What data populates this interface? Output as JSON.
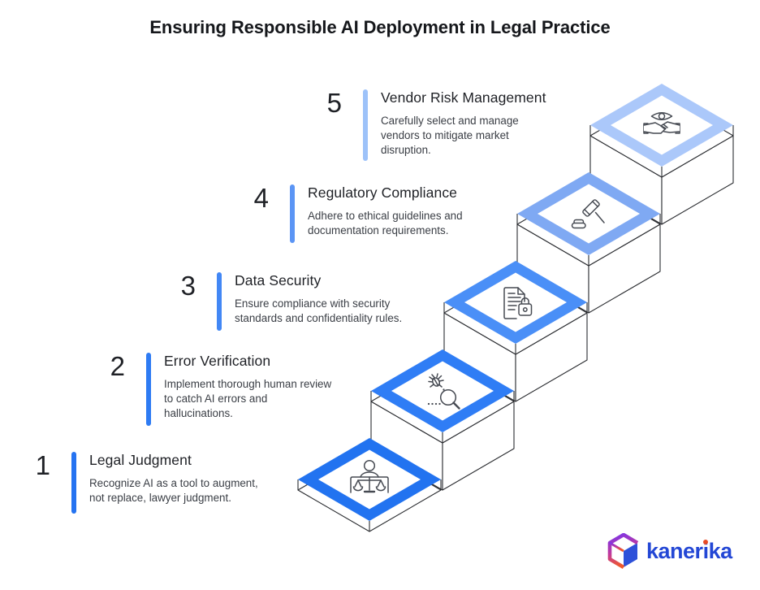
{
  "title": "Ensuring Responsible AI Deployment in Legal Practice",
  "steps": [
    {
      "number": "1",
      "title": "Legal Judgment",
      "description": "Recognize AI as a tool to augment, not replace, lawyer judgment.",
      "accent_color": "#2573F1",
      "diamond_color": "#2273F0",
      "icon": "scales-of-justice-icon"
    },
    {
      "number": "2",
      "title": "Error Verification",
      "description": "Implement thorough human review to catch AI errors and hallucinations.",
      "accent_color": "#2E7BF3",
      "diamond_color": "#2F7DF5",
      "icon": "bug-magnifier-icon"
    },
    {
      "number": "3",
      "title": "Data Security",
      "description": "Ensure compliance with security standards and confidentiality rules.",
      "accent_color": "#4287F5",
      "diamond_color": "#4A8FF7",
      "icon": "document-lock-icon"
    },
    {
      "number": "4",
      "title": "Regulatory Compliance",
      "description": "Adhere to ethical guidelines and documentation requirements.",
      "accent_color": "#5B95F5",
      "diamond_color": "#7FA9F3",
      "icon": "gavel-icon"
    },
    {
      "number": "5",
      "title": "Vendor Risk Management",
      "description": "Carefully select and manage vendors to mitigate market disruption.",
      "accent_color": "#9DC2F9",
      "diamond_color": "#ABC8FA",
      "icon": "eye-handshake-icon"
    }
  ],
  "logo": {
    "brand_name": "kanerika",
    "word_prefix": "kaner",
    "word_i": "i",
    "word_suffix": "ka",
    "wordmark_color": "#2347D5",
    "dot_color": "#E84B25",
    "cube_colors": {
      "purple": "#7B35EA",
      "magenta": "#C0399E",
      "orange": "#F0592A",
      "blue": "#2E51D9"
    }
  }
}
